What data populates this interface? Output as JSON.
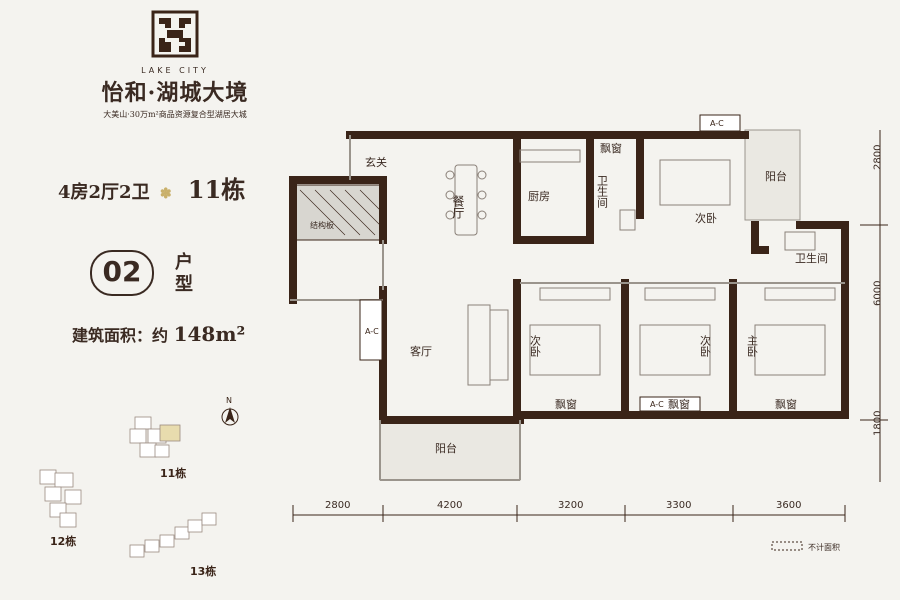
{
  "brand": {
    "logo_text": "LAKE CITY",
    "title": "怡和·湖城大境",
    "subtitle": "大美山·30万m²商品资源复合型湖居大城"
  },
  "unit": {
    "config": "4房2厅2卫",
    "building": "11栋",
    "type_number": "02",
    "type_label": "户型",
    "area_label": "建筑面积：约",
    "area_value": "148m²"
  },
  "rooms": {
    "entry": "玄关",
    "dining": "餐厅",
    "kitchen": "厨房",
    "bath1": "卫生间",
    "bay1": "飘窗",
    "bedroom_secondary": "次卧",
    "balcony_top": "阳台",
    "living": "客厅",
    "bedroom2": "次卧",
    "bedroom3": "次卧",
    "bath2": "卫生间",
    "master": "主卧",
    "bay2": "飘窗",
    "bay3": "飘窗",
    "bay4": "飘窗",
    "balcony_bottom": "阳台",
    "structure": "结构板",
    "ac": "A-C"
  },
  "dims_bottom": [
    "2800",
    "4200",
    "3200",
    "3300",
    "3600"
  ],
  "dims_right": [
    "2800",
    "6000",
    "1800"
  ],
  "legend": "不计面积",
  "keyplan": {
    "north": "N",
    "b11": "11栋",
    "b12": "12栋",
    "b13": "13栋"
  },
  "colors": {
    "wall": "#3a2418",
    "accent": "#c9b06a",
    "text": "#3a2a22"
  }
}
